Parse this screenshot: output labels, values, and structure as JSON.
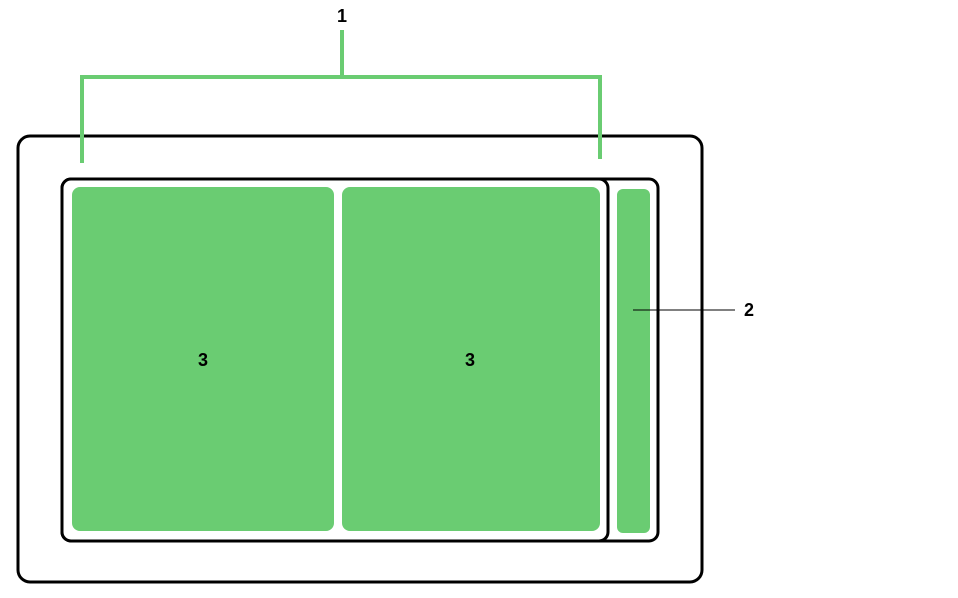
{
  "colors": {
    "accent": "#6acc72",
    "outline": "#000000",
    "background": "#ffffff"
  },
  "callouts": {
    "panes_group": "1",
    "side_pane": "2",
    "pane_left": "3",
    "pane_right": "3"
  }
}
